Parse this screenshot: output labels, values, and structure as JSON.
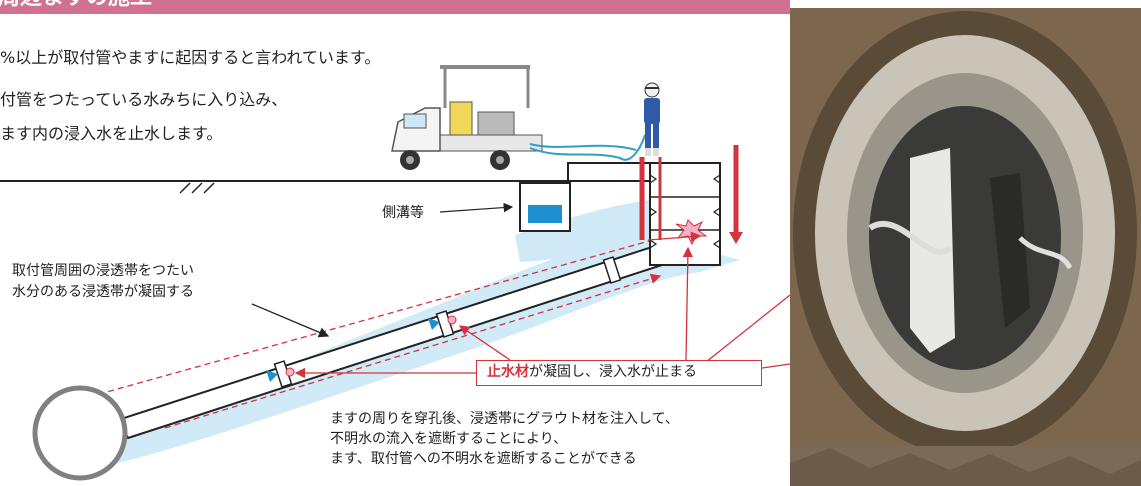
{
  "header": {
    "title": "周辺ますの施工",
    "bar_color": "#d27090"
  },
  "intro": {
    "line1": "%以上が取付管やますに起因すると言われています。",
    "line2": "付管をつたっている水みちに入り込み、",
    "line3": "ます内の浸入水を止水します。"
  },
  "labels": {
    "side_ditch": "側溝等",
    "seepage_desc_1": "取付管周囲の浸透帯をつたい",
    "seepage_desc_2": "水分のある浸透帯が凝固する",
    "callout_red": "止水材",
    "callout_rest": "が凝固し、浸入水が止まる",
    "bottom_1": "ますの周りを穿孔後、浸透帯にグラウト材を注入して、",
    "bottom_2": "不明水の流入を遮断することにより、",
    "bottom_3": "ます、取付管への不明水を遮断することができる"
  },
  "colors": {
    "accent_red": "#d4323c",
    "seepage_blue": "#cfe9f7",
    "water_blue": "#1e90d0"
  },
  "icons": {
    "truck": "truck-icon",
    "worker": "worker-icon",
    "photo": "manhole-photo"
  }
}
